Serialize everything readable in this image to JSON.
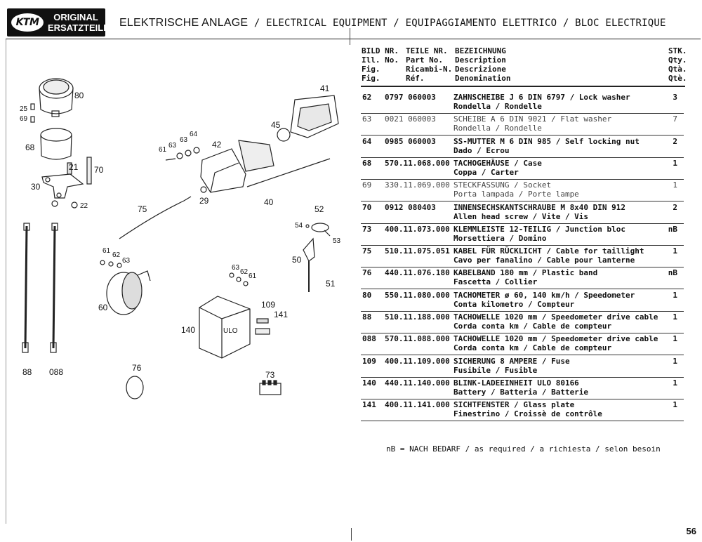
{
  "header": {
    "logo_mark": "KTM",
    "logo_line1": "ORIGINAL",
    "logo_line2": "ERSATZTEILE",
    "title_de": "ELEKTRISCHE ANLAGE",
    "title_rest": " / ELECTRICAL EQUIPMENT / EQUIPAGGIAMENTO ELETTRICO / BLOC ELECTRIQUE"
  },
  "columns": {
    "fig": "BILD NR.\nIll. No.\nFig.\nFig.",
    "part": "TEILE NR.\nPart No.\nRicambi-N.\nRéf.",
    "desc": "BEZEICHNUNG\nDescription\nDescrizione\nDenomination",
    "qty": "STK.\nQty.\nQtà.\nQtè."
  },
  "parts": [
    {
      "fig": "62",
      "part": "0797 060003",
      "d1": "ZAHNSCHEIBE J 6 DIN 6797 / Lock washer",
      "d2": "Rondella / Rondelle",
      "qty": "3",
      "style": "bold"
    },
    {
      "fig": "63",
      "part": "0021 060003",
      "d1": "SCHEIBE A 6 DIN 9021 / Flat washer",
      "d2": "Rondella / Rondelle",
      "qty": "7",
      "style": "light"
    },
    {
      "fig": "64",
      "part": "0985 060003",
      "d1": "SS-MUTTER M 6 DIN 985 / Self locking nut",
      "d2": "Dado / Ecrou",
      "qty": "2",
      "style": "bold"
    },
    {
      "fig": "68",
      "part": "570.11.068.000",
      "d1": "TACHOGEHÄUSE / Case",
      "d2": "Coppa / Carter",
      "qty": "1",
      "style": "bold"
    },
    {
      "fig": "69",
      "part": "330.11.069.000",
      "d1": "STECKFASSUNG / Socket",
      "d2": "Porta lampada / Porte lampe",
      "qty": "1",
      "style": "light"
    },
    {
      "fig": "70",
      "part": "0912 080403",
      "d1": "INNENSECHSKANTSCHRAUBE M 8x40 DIN 912",
      "d2": "Allen head screw / Vite / Vis",
      "qty": "2",
      "style": "bold"
    },
    {
      "fig": "73",
      "part": "400.11.073.000",
      "d1": "KLEMMLEISTE 12-TEILIG / Junction bloc",
      "d2": "Morsettiera / Domino",
      "qty": "nB",
      "style": "bold"
    },
    {
      "fig": "75",
      "part": "510.11.075.051",
      "d1": "KABEL FÜR RÜCKLICHT / Cable for taillight",
      "d2": "Cavo per fanalino / Cable pour lanterne",
      "qty": "1",
      "style": "bold"
    },
    {
      "fig": "76",
      "part": "440.11.076.180",
      "d1": "KABELBAND 180 mm / Plastic band",
      "d2": "Fascetta / Collier",
      "qty": "nB",
      "style": "bold"
    },
    {
      "fig": "80",
      "part": "550.11.080.000",
      "d1": "TACHOMETER ø 60, 140 km/h / Speedometer",
      "d2": "Conta kilometro / Compteur",
      "qty": "1",
      "style": "bold"
    },
    {
      "fig": "88",
      "part": "510.11.188.000",
      "d1": "TACHOWELLE 1020 mm / Speedometer drive cable",
      "d2": "Corda conta km / Cable de compteur",
      "qty": "1",
      "style": "bold"
    },
    {
      "fig": "088",
      "part": "570.11.088.000",
      "d1": "TACHOWELLE 1020 mm / Speedometer drive cable",
      "d2": "Corda conta km / Cable de compteur",
      "qty": "1",
      "style": "bold"
    },
    {
      "fig": "109",
      "part": "400.11.109.000",
      "d1": "SICHERUNG 8 AMPERE / Fuse",
      "d2": "Fusibile / Fusible",
      "qty": "1",
      "style": "bold"
    },
    {
      "fig": "140",
      "part": "440.11.140.000",
      "d1": "BLINK-LADEEINHEIT ULO 80166",
      "d2": "Battery / Batteria / Batterie",
      "qty": "1",
      "style": "bold"
    },
    {
      "fig": "141",
      "part": "400.11.141.000",
      "d1": "SICHTFENSTER / Glass plate",
      "d2": "Finestrino / Croissè de contrôle",
      "qty": "1",
      "style": "bold"
    }
  ],
  "note": "nB = NACH BEDARF / as required / a richiesta / selon besoin",
  "page_number": "56",
  "diagram": {
    "labels": {
      "l80": "80",
      "l25": "25",
      "l69": "69",
      "l68": "68",
      "l21": "21",
      "l70": "70",
      "l30": "30",
      "l22": "22",
      "l61a": "61",
      "l63a": "63",
      "l63b": "63",
      "l64": "64",
      "l42": "42",
      "l45": "45",
      "l41": "41",
      "l29": "29",
      "l40": "40",
      "l75": "75",
      "l52": "52",
      "l54": "54",
      "l53": "53",
      "l50": "50",
      "l51": "51",
      "l61b": "61",
      "l62b": "62",
      "l63c": "63",
      "l63d": "63",
      "l62c": "62",
      "l61c": "61",
      "l60": "60",
      "l109": "109",
      "l141": "141",
      "l140": "140",
      "l88": "88",
      "l088": "088",
      "l76": "76",
      "l73": "73",
      "ulo": "ULO"
    }
  }
}
